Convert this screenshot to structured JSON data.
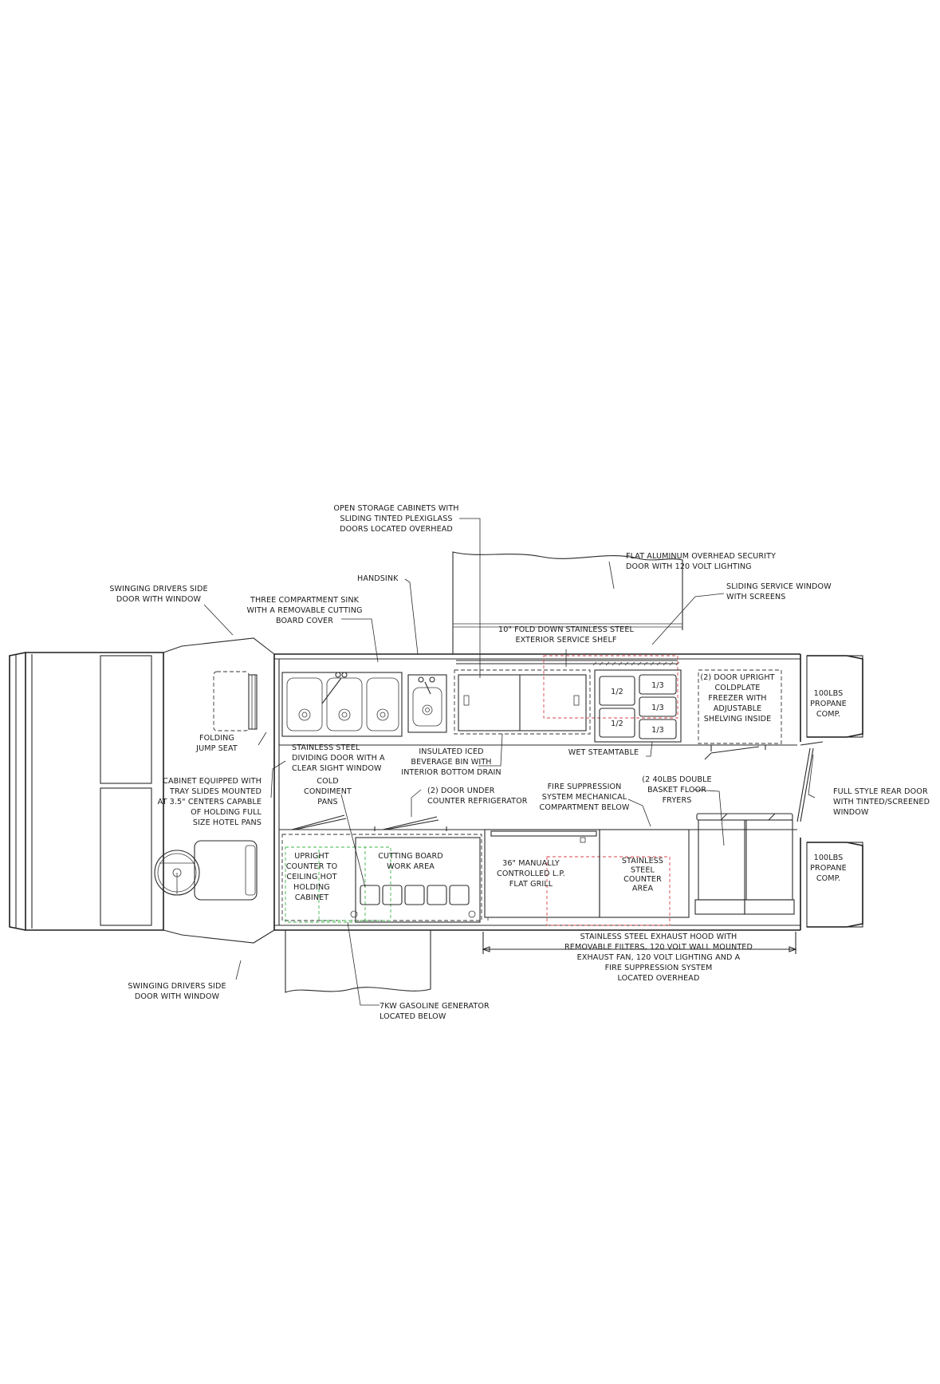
{
  "labels": {
    "open_storage": [
      "OPEN STORAGE CABINETS WITH",
      "SLIDING TINTED PLEXIGLASS",
      "DOORS LOCATED OVERHEAD"
    ],
    "flat_aluminum": [
      "FLAT ALUMINUM OVERHEAD SECURITY",
      "DOOR WITH 120 VOLT LIGHTING"
    ],
    "handsink": [
      "HANDSINK"
    ],
    "sliding_window": [
      "SLIDING SERVICE WINDOW",
      "WITH SCREENS"
    ],
    "swinging_top": [
      "SWINGING DRIVERS SIDE",
      "DOOR WITH WINDOW"
    ],
    "three_comp_sink": [
      "THREE COMPARTMENT SINK",
      "WITH A REMOVABLE CUTTING",
      "BOARD COVER"
    ],
    "fold_down_shelf": [
      "10\" FOLD DOWN STAINLESS STEEL",
      "EXTERIOR SERVICE SHELF"
    ],
    "door_upright_freezer": [
      "(2) DOOR UPRIGHT",
      "COLDPLATE",
      "FREEZER WITH",
      "ADJUSTABLE",
      "SHELVING INSIDE"
    ],
    "propane_top": [
      "100LBS",
      "PROPANE",
      "COMP."
    ],
    "propane_bottom": [
      "100LBS",
      "PROPANE",
      "COMP."
    ],
    "folding_seat": [
      "FOLDING",
      "JUMP SEAT"
    ],
    "dividing_door": [
      "STAINLESS STEEL",
      "DIVIDING DOOR WITH A",
      "CLEAR SIGHT WINDOW"
    ],
    "iced_bin": [
      "INSULATED ICED",
      "BEVERAGE BIN WITH",
      "INTERIOR BOTTOM DRAIN"
    ],
    "wet_steamtable": [
      "WET STEAMTABLE"
    ],
    "cabinet_tray": [
      "CABINET EQUIPPED WITH",
      "TRAY SLIDES MOUNTED",
      "AT 3.5\" CENTERS CAPABLE",
      "OF HOLDING FULL",
      "SIZE HOTEL PANS"
    ],
    "cold_condiment": [
      "COLD",
      "CONDIMENT",
      "PANS"
    ],
    "door_under_fridge": [
      "(2) DOOR UNDER",
      "COUNTER REFRIGERATOR"
    ],
    "fire_suppression": [
      "FIRE SUPPRESSION",
      "SYSTEM MECHANICAL",
      "COMPARTMENT BELOW"
    ],
    "fryers": [
      "(2 40LBS DOUBLE",
      "BASKET FLOOR",
      "FRYERS"
    ],
    "rear_door": [
      "FULL STYLE REAR DOOR",
      "WITH TINTED/SCREENED",
      "WINDOW"
    ],
    "upright_counter": [
      "UPRIGHT",
      "COUNTER TO",
      "CEILING HOT",
      "HOLDING",
      "CABINET"
    ],
    "cutting_board": [
      "CUTTING BOARD",
      "WORK AREA"
    ],
    "flat_grill": [
      "36\" MANUALLY",
      "CONTROLLED L.P.",
      "FLAT GRILL"
    ],
    "stainless_counter": [
      "STAINLESS",
      "STEEL",
      "COUNTER",
      "AREA"
    ],
    "exhaust_hood": [
      "STAINLESS STEEL EXHAUST HOOD WITH",
      "REMOVABLE FILTERS, 120 VOLT WALL MOUNTED",
      "EXHAUST FAN, 120 VOLT LIGHTING AND A",
      "FIRE SUPPRESSION SYSTEM",
      "LOCATED OVERHEAD"
    ],
    "swinging_bottom": [
      "SWINGING DRIVERS SIDE",
      "DOOR WITH WINDOW"
    ],
    "generator": [
      "7KW GASOLINE GENERATOR",
      "LOCATED BELOW"
    ],
    "pans": [
      "1/2",
      "1/3",
      "1/3",
      "1/2",
      "1/3"
    ]
  }
}
